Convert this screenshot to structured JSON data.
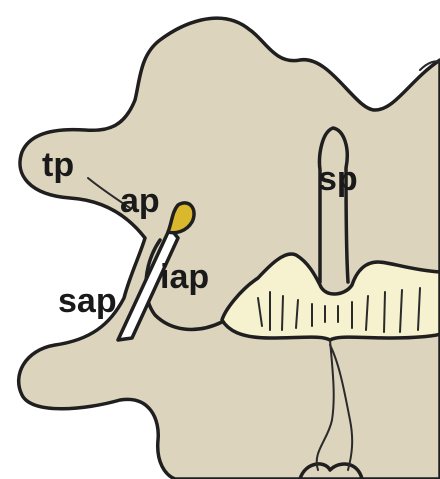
{
  "colors": {
    "bone": "#dcd4bd",
    "disc": "#f6f1cf",
    "facet": "#d9b82e",
    "outline": "#1f1f1f",
    "background": "#ffffff"
  },
  "labels": {
    "tp": "tp",
    "ap": "ap",
    "sp": "sp",
    "iap": "iap",
    "sap": "sap"
  }
}
